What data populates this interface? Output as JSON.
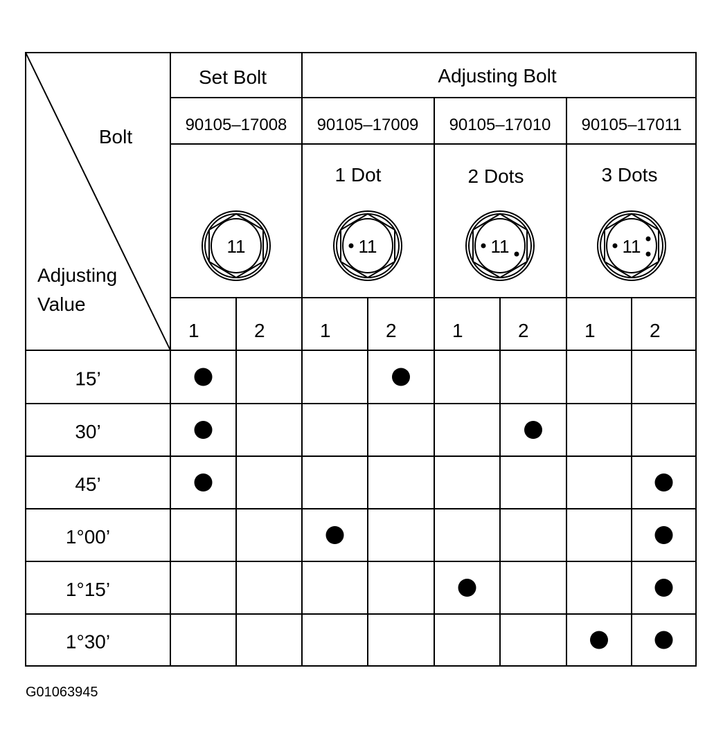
{
  "header": {
    "corner_top": "Bolt",
    "corner_bottom_line1": "Adjusting",
    "corner_bottom_line2": "Value",
    "set_bolt": "Set Bolt",
    "adjusting_bolt": "Adjusting Bolt"
  },
  "bolts": [
    {
      "part_number": "90105–17008",
      "marking": "",
      "dots": 0,
      "head_label": "11"
    },
    {
      "part_number": "90105–17009",
      "marking": "1 Dot",
      "dots": 1,
      "head_label": "11"
    },
    {
      "part_number": "90105–17010",
      "marking": "2 Dots",
      "dots": 2,
      "head_label": "11"
    },
    {
      "part_number": "90105–17011",
      "marking": "3 Dots",
      "dots": 3,
      "head_label": "11"
    }
  ],
  "positions": [
    "1",
    "2",
    "1",
    "2",
    "1",
    "2",
    "1",
    "2"
  ],
  "rows": [
    {
      "value": "15’",
      "marked_columns": [
        0,
        3
      ]
    },
    {
      "value": "30’",
      "marked_columns": [
        0,
        5
      ]
    },
    {
      "value": "45’",
      "marked_columns": [
        0,
        7
      ]
    },
    {
      "value": "1°00’",
      "marked_columns": [
        2,
        7
      ]
    },
    {
      "value": "1°15’",
      "marked_columns": [
        4,
        7
      ]
    },
    {
      "value": "1°30’",
      "marked_columns": [
        6,
        7
      ]
    }
  ],
  "figure_id": "G01063945"
}
